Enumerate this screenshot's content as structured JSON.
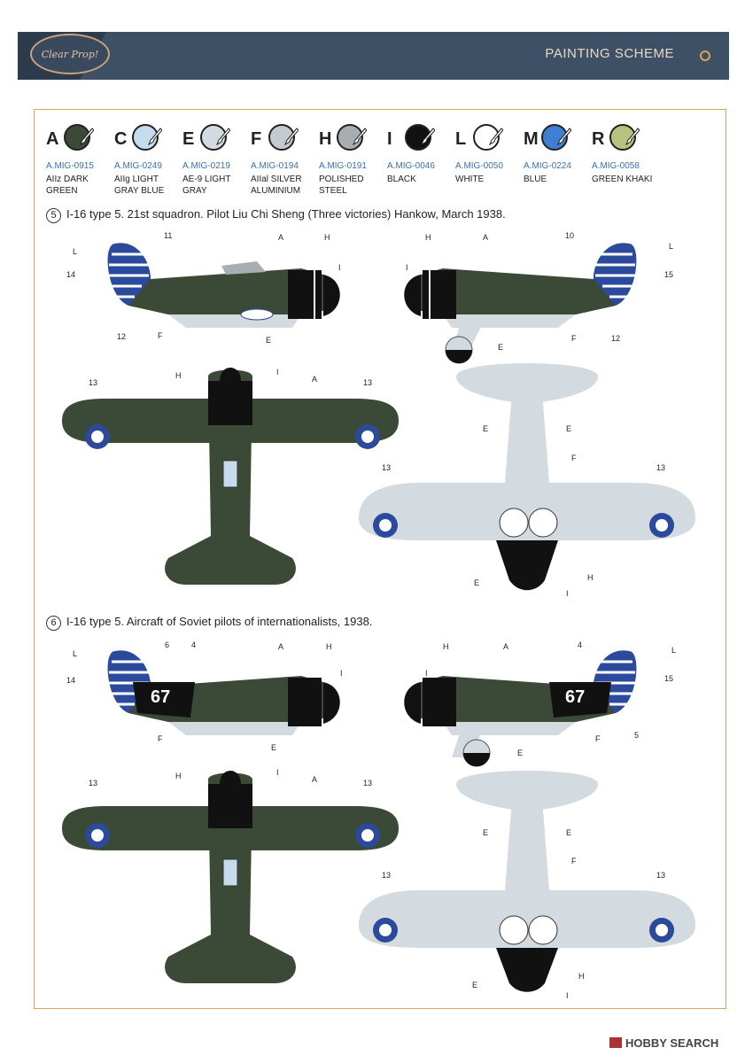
{
  "header": {
    "title": "PAINTING SCHEME",
    "logo_text": "Clear Prop!"
  },
  "paints": [
    {
      "letter": "A",
      "code": "A.MIG-0915",
      "name": "AIIz DARK GREEN",
      "color": "#3b4a36"
    },
    {
      "letter": "C",
      "code": "A.MIG-0249",
      "name": "AIIg LIGHT GRAY BLUE",
      "color": "#c6dcee"
    },
    {
      "letter": "E",
      "code": "A.MIG-0219",
      "name": "AE-9 LIGHT GRAY",
      "color": "#d4dbe0"
    },
    {
      "letter": "F",
      "code": "A.MIG-0194",
      "name": "AIIal SILVER ALUMINIUM",
      "color": "#c4cacf"
    },
    {
      "letter": "H",
      "code": "A.MIG-0191",
      "name": "POLISHED STEEL",
      "color": "#a8adb2"
    },
    {
      "letter": "I",
      "code": "A.MIG-0046",
      "name": "BLACK",
      "color": "#111111"
    },
    {
      "letter": "L",
      "code": "A.MIG-0050",
      "name": "WHITE",
      "color": "#ffffff"
    },
    {
      "letter": "M",
      "code": "A.MIG-0224",
      "name": "BLUE",
      "color": "#3d7fd2"
    },
    {
      "letter": "R",
      "code": "A.MIG-0058",
      "name": "GREEN KHAKI",
      "color": "#b9c27e"
    }
  ],
  "schemes": [
    {
      "number": "5",
      "caption": "I-16 type 5. 21st squadron. Pilot Liu Chi Sheng (Three victories) Hankow, March 1938.",
      "tail_code": "",
      "side_number": ""
    },
    {
      "number": "6",
      "caption": "I-16 type 5. Aircraft of Soviet pilots of internationalists, 1938.",
      "tail_code": "",
      "side_number": "67"
    }
  ],
  "callouts": {
    "n4": "4",
    "n5": "5",
    "n6": "6",
    "n10": "10",
    "n11": "11",
    "n12": "12",
    "n13": "13",
    "n14": "14",
    "n15": "15",
    "A": "A",
    "E": "E",
    "F": "F",
    "H": "H",
    "I": "I",
    "L": "L"
  },
  "footer": {
    "brand": "HOBBY SEARCH"
  },
  "colors": {
    "dark_green": "#3b4a36",
    "light_gray": "#d4dbe0",
    "black": "#111111",
    "roundel_blue": "#2c4a9c",
    "header": "#3e5066",
    "frame": "#e0a058"
  }
}
